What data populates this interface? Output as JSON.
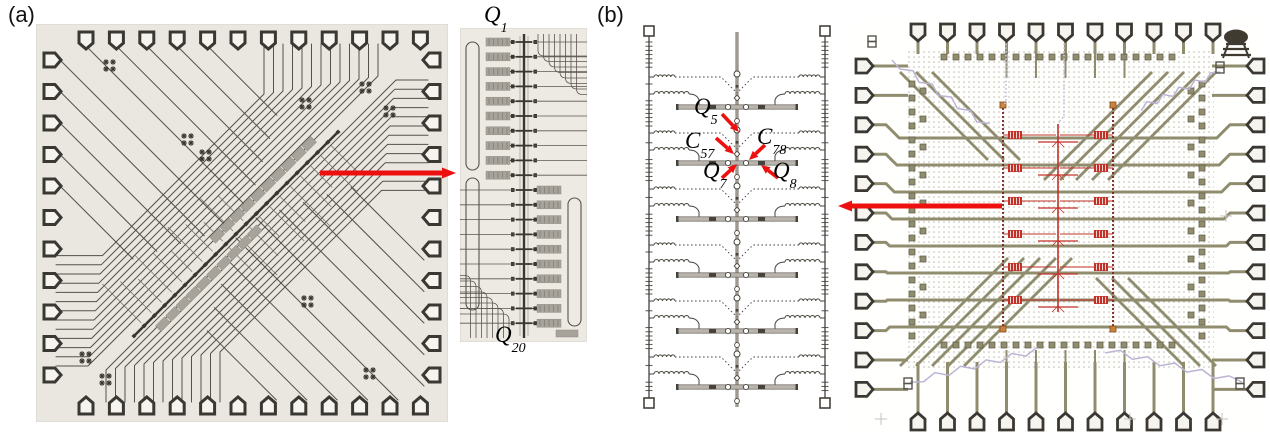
{
  "panels": {
    "a": {
      "label": "(a)"
    },
    "b": {
      "label": "(b)"
    }
  },
  "annotations": {
    "q1": {
      "base": "Q",
      "sub": "1"
    },
    "q20": {
      "base": "Q",
      "sub": "20"
    },
    "q5": {
      "base": "Q",
      "sub": "5"
    },
    "c57": {
      "base": "C",
      "sub": "57"
    },
    "c78": {
      "base": "C",
      "sub": "78"
    },
    "q7": {
      "base": "Q",
      "sub": "7"
    },
    "q8": {
      "base": "Q",
      "sub": "8"
    }
  },
  "colors": {
    "arrow": "#ed100e",
    "photo_bg": "#eae7e1",
    "inset_bg": "#edeae4",
    "trace_dark": "#54504a",
    "line_dark": "#46423c",
    "pad_dark": "#3b3833",
    "resonator_gray": "#a7a39a",
    "bar_gray": "#b9b5ad",
    "layout_olive": "#908d6f",
    "olive_edge": "#5e5b45",
    "highlight_red": "#c23128",
    "rail_dark_red": "#7e201a",
    "orange_pad": "#c8823c",
    "lavender": "#beb3d6",
    "dot_gray": "#bdbab0"
  }
}
